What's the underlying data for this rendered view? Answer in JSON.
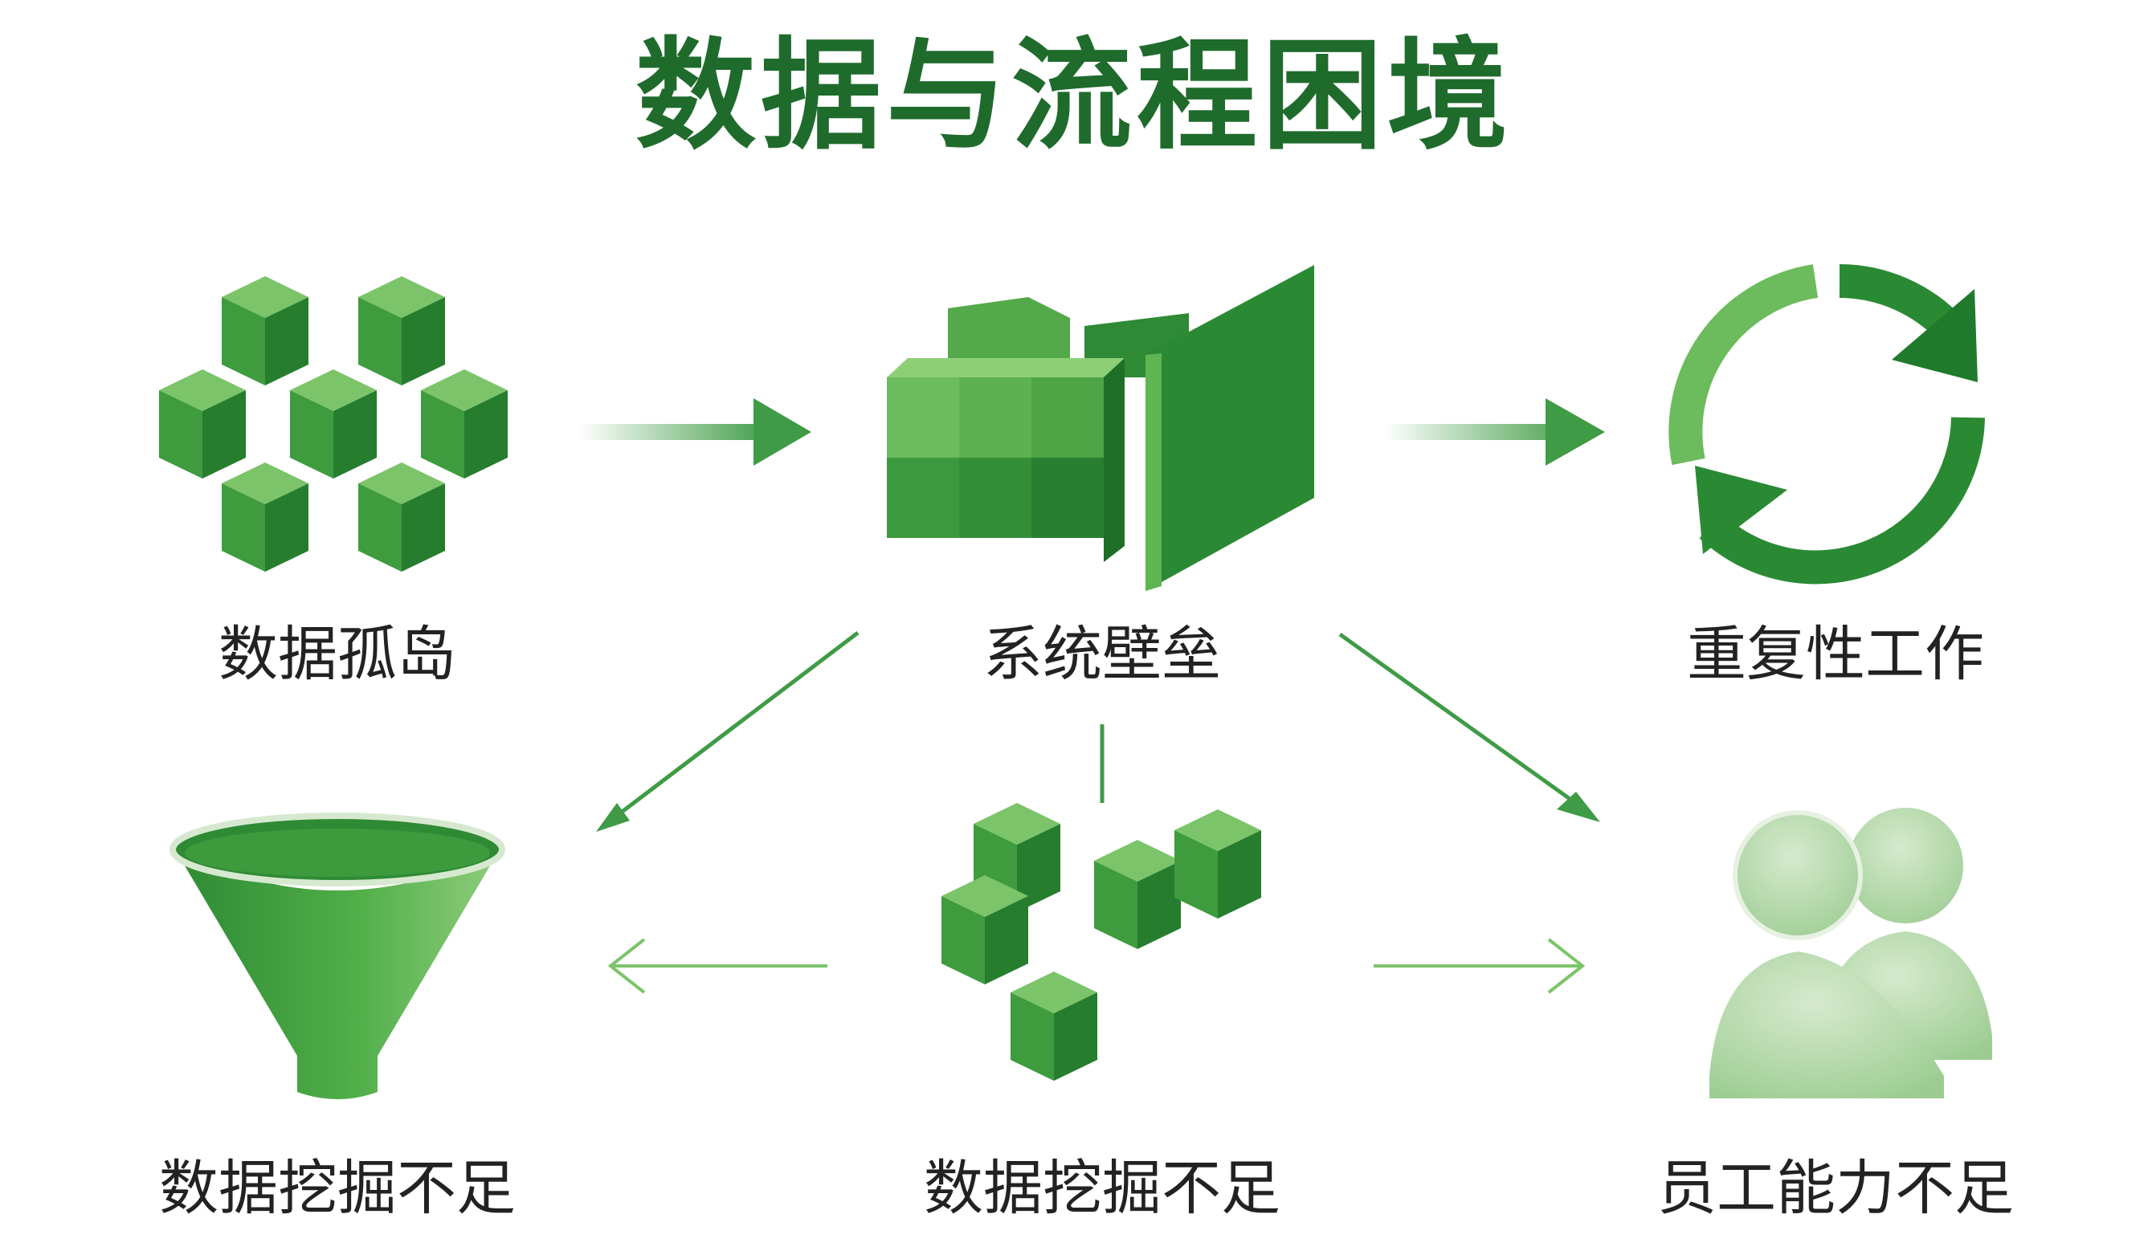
{
  "title": "数据与流程困境",
  "nodes": [
    {
      "id": "data-islands",
      "label": "数据孤岛",
      "icon": "scattered-cubes-icon"
    },
    {
      "id": "system-barriers",
      "label": "系统壁垒",
      "icon": "cube-wall-icon"
    },
    {
      "id": "repetitive-work",
      "label": "重复性工作",
      "icon": "refresh-cycle-icon"
    },
    {
      "id": "mining-funnel",
      "label": "数据挖掘不足",
      "icon": "funnel-icon"
    },
    {
      "id": "mining-blocks",
      "label": "数据挖掘不足",
      "icon": "stacked-cubes-icon"
    },
    {
      "id": "staff-ability",
      "label": "员工能力不足",
      "icon": "people-icon"
    }
  ],
  "colors": {
    "title": "#1f6b2c",
    "green_dark": "#1f7a2c",
    "green_mid": "#3d9b3e",
    "green_light": "#74be62",
    "arrow": "#3f9b45",
    "label": "#222222"
  }
}
